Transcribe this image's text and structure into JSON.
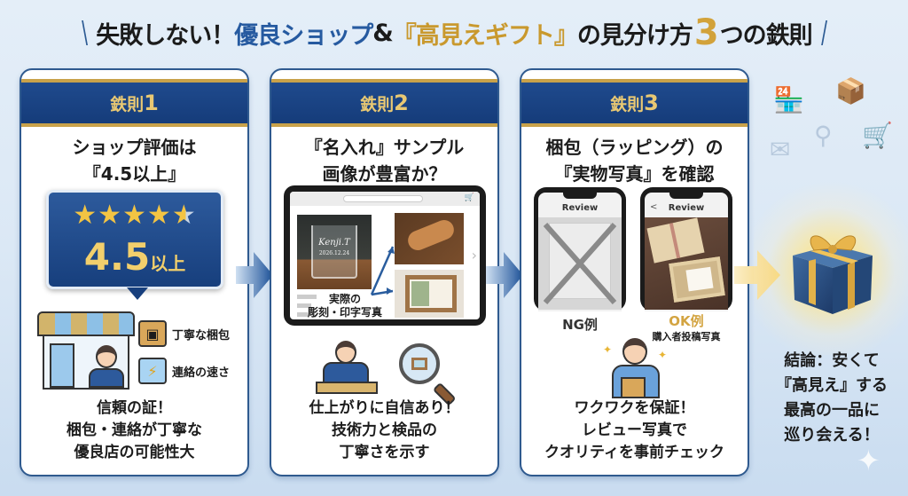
{
  "title": {
    "part1": "失敗しない！",
    "part2": "優良ショップ",
    "part3": "&",
    "part4": "『高見えギフト』",
    "part5": "の見分け方",
    "number": "3",
    "part6": "つの鉄則"
  },
  "cards": [
    {
      "header_label": "鉄則",
      "header_num": "1",
      "title_line1": "ショップ評価は",
      "title_line2": "『4.5以上』",
      "rating": {
        "stars": "★★★★",
        "half_star": "★",
        "value": "4.5",
        "suffix": "以上"
      },
      "features": [
        {
          "icon": "package-icon",
          "label": "丁寧な梱包"
        },
        {
          "icon": "lightning-chat-icon",
          "label": "連絡の速さ"
        }
      ],
      "footer_line1": "信頼の証！",
      "footer_line2": "梱包・連絡が丁寧な",
      "footer_line3": "優良店の可能性大"
    },
    {
      "header_label": "鉄則",
      "header_num": "2",
      "title_line1": "『名入れ』サンプル",
      "title_line2": "画像が豊富か？",
      "glass_engraving_name": "Kenji.T",
      "glass_engraving_date": "2026.12.24",
      "caption_line1": "実際の",
      "caption_line2": "彫刻・印字写真",
      "footer_line1": "仕上がりに自信あり！",
      "footer_line2": "技術力と検品の",
      "footer_line3": "丁寧さを示す"
    },
    {
      "header_label": "鉄則",
      "header_num": "3",
      "title_line1": "梱包（ラッピング）の",
      "title_line2": "『実物写真』を確認",
      "phone_ng": {
        "header": "Review",
        "label": "NG例"
      },
      "phone_ok": {
        "back": "<",
        "header": "Review",
        "label": "OK例",
        "sublabel": "購入者投稿写真"
      },
      "footer_line1": "ワクワクを保証！",
      "footer_line2": "レビュー写真で",
      "footer_line3": "クオリティを事前チェック"
    }
  ],
  "conclusion": {
    "line1": "結論：安くて",
    "line2": "『高見え』する",
    "line3": "最高の一品に",
    "line4": "巡り会える！"
  },
  "background_icons": [
    "shop-icon",
    "package-icon",
    "envelope-icon",
    "search-icon",
    "cart-icon"
  ],
  "colors": {
    "navy": "#1f4a8d",
    "gold": "#c9a24a",
    "title_blue": "#265aa0",
    "title_gold": "#c9992e",
    "ok_gold": "#d3a441"
  }
}
